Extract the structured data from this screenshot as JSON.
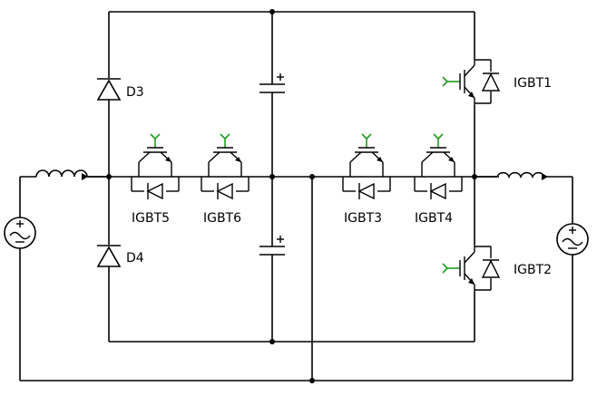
{
  "labels": {
    "d3": "D3",
    "d4": "D4",
    "igbt1": "IGBT1",
    "igbt2": "IGBT2",
    "igbt3": "IGBT3",
    "igbt4": "IGBT4",
    "igbt5": "IGBT5",
    "igbt6": "IGBT6"
  },
  "colors": {
    "wire": "#000000",
    "gate": "#1f9d1f",
    "background": "#ffffff"
  },
  "icons": {
    "source": "ac-source-icon",
    "inductor": "inductor-icon",
    "capacitor": "capacitor-icon",
    "diode": "diode-icon",
    "igbt": "igbt-icon"
  }
}
